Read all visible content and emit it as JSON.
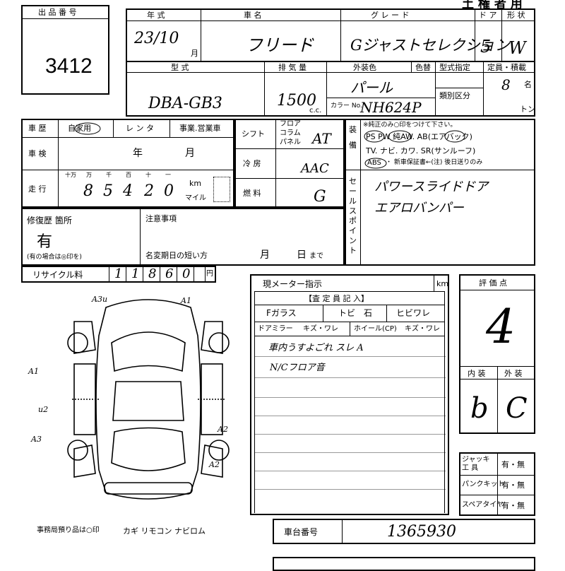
{
  "header": {
    "stamp": "土 権 者 用",
    "lot_label": "出 品 番 号",
    "lot_number": "3412"
  },
  "vehicle": {
    "year_label": "年 式",
    "year_value": "23/10",
    "month_unit": "月",
    "name_label": "車 名",
    "name_value": "フリード",
    "grade_label": "グ レ ー ド",
    "grade_value": "Gジャストセレクション",
    "doors_label": "ド ア",
    "doors_value": "5",
    "shape_label": "形 状",
    "shape_value": "W",
    "model_label": "型 式",
    "model_value": "DBA-GB3",
    "displacement_label": "排 気 量",
    "displacement_value": "1500",
    "displacement_unit": "c.c.",
    "exterior_label": "外装色",
    "color_change_label": "色替",
    "exterior_value": "パール",
    "color_no_label": "カラー No.",
    "color_no_value": "NH624P",
    "model_spec_label": "型式指定",
    "class_label": "類別区分",
    "capacity_label": "定員・積載",
    "capacity_value": "8",
    "capacity_unit": "名",
    "ton_unit": "トン"
  },
  "history": {
    "label": "車 歴",
    "private": "自家用",
    "rental": "レ ン タ",
    "business": "事業.営業車",
    "inspection_label": "車 検",
    "year_unit": "年",
    "month_unit": "月",
    "mileage_label": "走 行",
    "digit_labels": [
      "十万",
      "万",
      "千",
      "百",
      "十",
      "一"
    ],
    "mileage_digits": [
      "",
      "8",
      "5",
      "4",
      "2",
      "0"
    ],
    "km_unit": "km",
    "mile_unit": "マイル"
  },
  "specs": {
    "shift_label": "シフト",
    "floor": "フロア",
    "column": "コラム",
    "panel": "パネル",
    "shift_value": "AT",
    "ac_label": "冷 房",
    "ac_value": "AAC",
    "fuel_label": "燃 料",
    "fuel_value": "G"
  },
  "equipment": {
    "label": "装備",
    "note": "※純正のみ○印をつけて下さい。",
    "line1": "PS PW 純AW. AB(エアバック)",
    "line2": "TV. ナビ. カワ. SR(サンルーフ)",
    "line3_abs": "ABS",
    "line3_rest": "・ 新車保証書←(注) 後日送りのみ"
  },
  "selling_points": {
    "label": "セールスポイント",
    "line1": "パワースライドドア",
    "line2": "エアロバンパー"
  },
  "repair": {
    "label": "修復歴 箇所",
    "value": "有",
    "note": "(有の場合は◎印を)"
  },
  "notes": {
    "label": "注意事項",
    "name_change": "名変期日の短い方",
    "month": "月",
    "day": "日",
    "until": "まで"
  },
  "recycle": {
    "label": "リサイクル料",
    "digits": [
      "1",
      "1",
      "8",
      "6",
      "0"
    ],
    "unit": "円"
  },
  "meter": {
    "label": "現メーター指示",
    "unit": "km",
    "inspector_label": "【査 定 員 記 入】",
    "fglass": "Fガラス",
    "tobi": "トビ",
    "ishi": "石",
    "hibi": "ヒビワレ",
    "mirror": "ドアミラー",
    "mirror_val": "キズ・ワレ",
    "wheel": "ホイール(CP)",
    "wheel_val": "キズ・ワレ",
    "handwritten": [
      "車内うすよごれ スレ A",
      "N/Cフロア音"
    ]
  },
  "rating": {
    "label": "評 価 点",
    "score": "4",
    "interior_label": "内 装",
    "exterior_label": "外 装",
    "interior_value": "b",
    "exterior_value": "C"
  },
  "accessories": {
    "jack": "ジャッキ工 具",
    "puncture": "パンクキット",
    "spare": "スペアタイヤ",
    "choice": "有・無"
  },
  "diagram_marks": {
    "a3u": "A3u",
    "a1_top": "A1",
    "a1_left": "A1",
    "u2": "u2",
    "a3": "A3",
    "a2_right": "A2",
    "a2_bottom": "A2"
  },
  "office": {
    "text": "事務局預り品は○印",
    "keys": "カギ リモコン ナビロム"
  },
  "chassis": {
    "label": "車台番号",
    "value": "1365930"
  }
}
